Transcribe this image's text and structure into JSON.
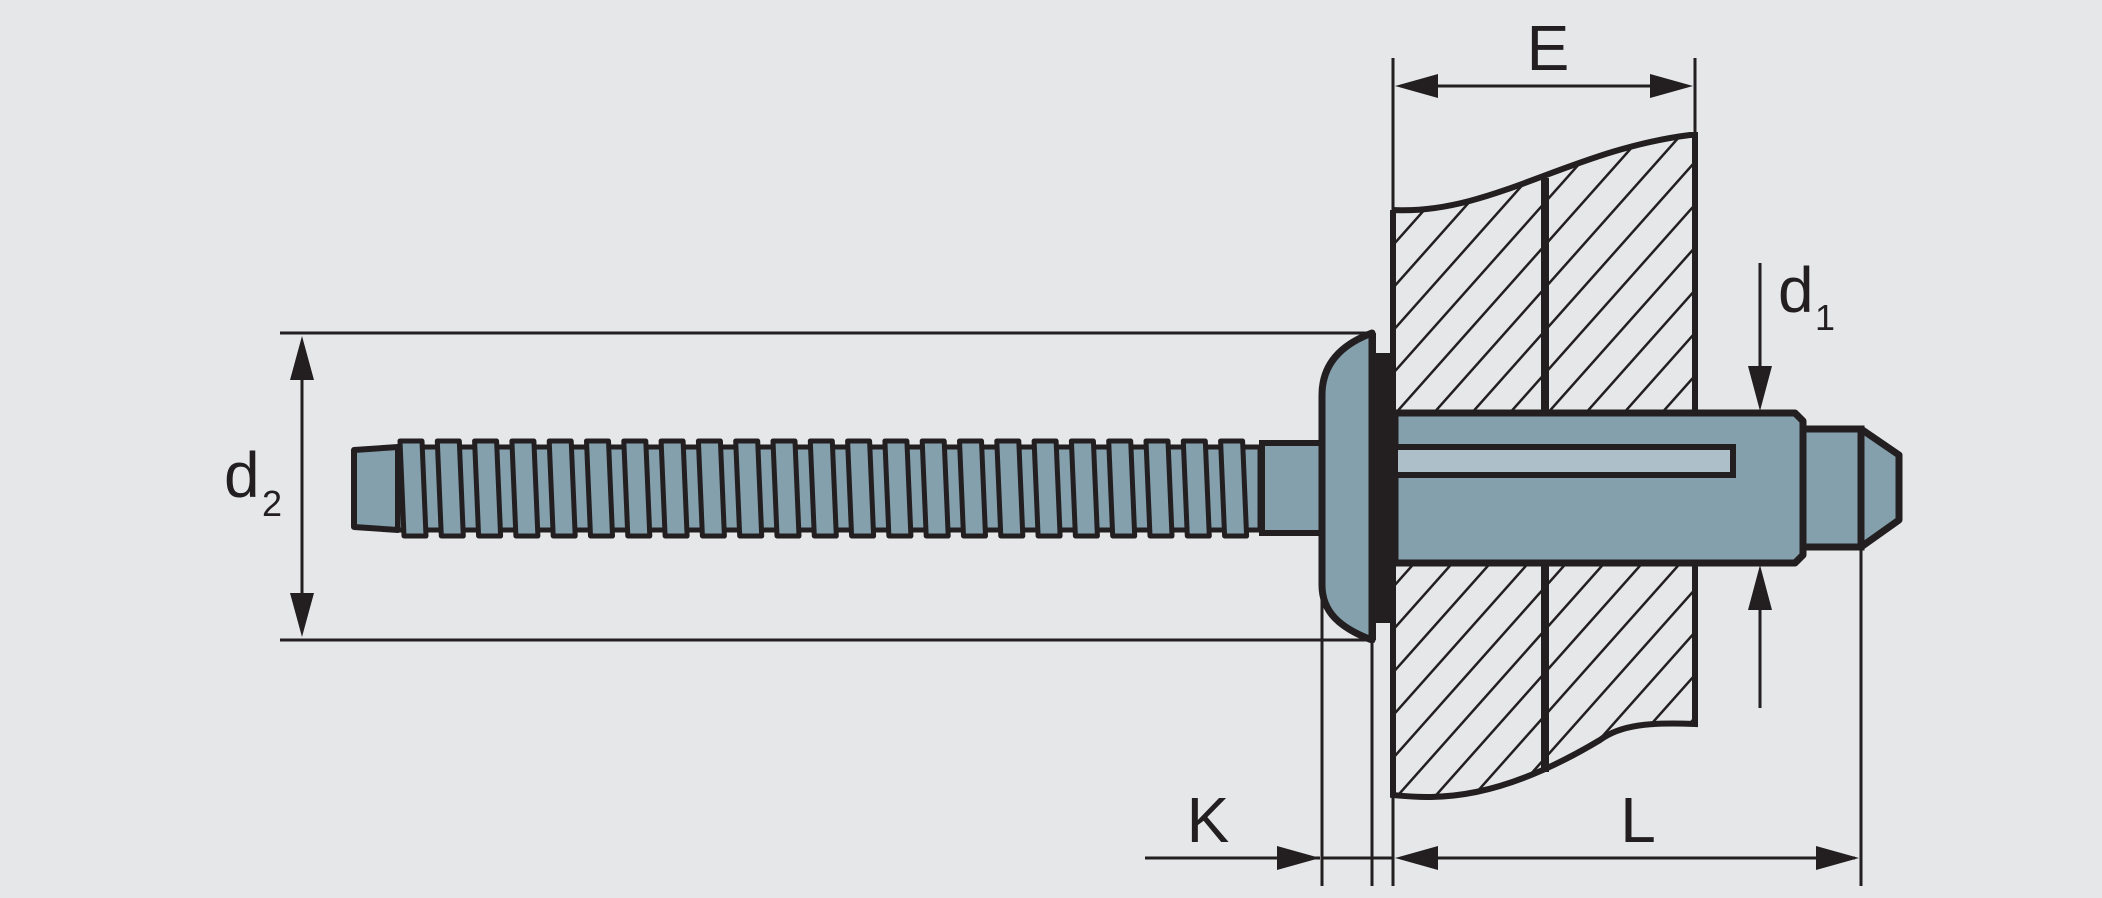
{
  "colors": {
    "background": "#e6e7e9",
    "line": "#231f20",
    "steel": "#84a0ad",
    "steel_light": "#adbfc8",
    "dark": "#231f20"
  },
  "labels": {
    "E": "E",
    "d1_main": "d",
    "d1_sub": "1",
    "d2_main": "d",
    "d2_sub": "2",
    "K": "K",
    "L": "L"
  }
}
